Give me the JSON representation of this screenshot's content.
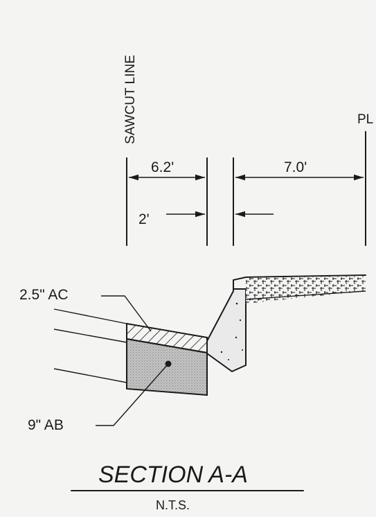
{
  "labels": {
    "sawcut_line": "SAWCUT LINE",
    "property_line": "PL",
    "dim_width": "6.2'",
    "dim_width_2": "7.0'",
    "dim_offset": "2'",
    "ac_layer": "2.5\" AC",
    "ab_layer": "9\" AB"
  },
  "title": {
    "main": "SECTION A-A",
    "scale_note": "N.T.S."
  },
  "colors": {
    "ink": "#1a1a1a",
    "paper": "#f4f4f2",
    "aggregate_fill": "#b9b9b9"
  }
}
